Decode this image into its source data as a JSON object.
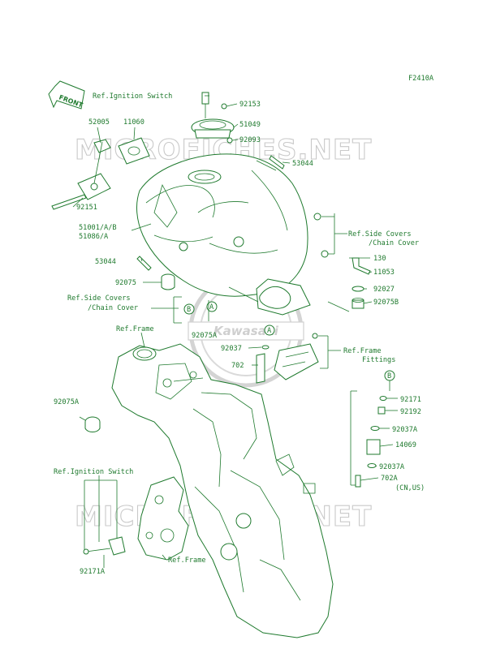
{
  "diagram_code": "F2410A",
  "front_label": "FRONT",
  "watermark": {
    "top": "MICROFICHES.NET",
    "bottom": "MICROFICHES.NET",
    "emblem": "Kawasaki"
  },
  "colors": {
    "ink": "#1f7a2e",
    "watermark": "#c9c9c9"
  },
  "refs": {
    "ignition_top": "Ref.Ignition Switch",
    "side_covers_right_1": "Ref.Side Covers",
    "side_covers_right_2": "/Chain Cover",
    "side_covers_left_1": "Ref.Side Covers",
    "side_covers_left_2": "/Chain Cover",
    "frame_top": "Ref.Frame",
    "frame_fittings_1": "Ref.Frame",
    "frame_fittings_2": "Fittings",
    "ignition_bottom": "Ref.Ignition Switch",
    "frame_bottom": "Ref.Frame"
  },
  "parts": {
    "p92153": "92153",
    "p51049": "51049",
    "p92093": "92093",
    "p53044_top": "53044",
    "p52005": "52005",
    "p11060": "11060",
    "p92151": "92151",
    "p51001": "51001/A/B",
    "p51086": "51086/A",
    "p53044_left": "53044",
    "p92075": "92075",
    "p130": "130",
    "p11053": "11053",
    "p92027": "92027",
    "p92075b": "92075B",
    "p92075a_mid": "92075A",
    "p92037": "92037",
    "p702": "702",
    "p92075a_left": "92075A",
    "p92171": "92171",
    "p92192": "92192",
    "p92037a_1": "92037A",
    "p14069": "14069",
    "p92037a_2": "92037A",
    "p702a": "702A",
    "region": "(CN,US)",
    "p92171a": "92171A"
  },
  "callouts": {
    "a1": "A",
    "a2": "A",
    "b1": "B",
    "b2": "B"
  }
}
